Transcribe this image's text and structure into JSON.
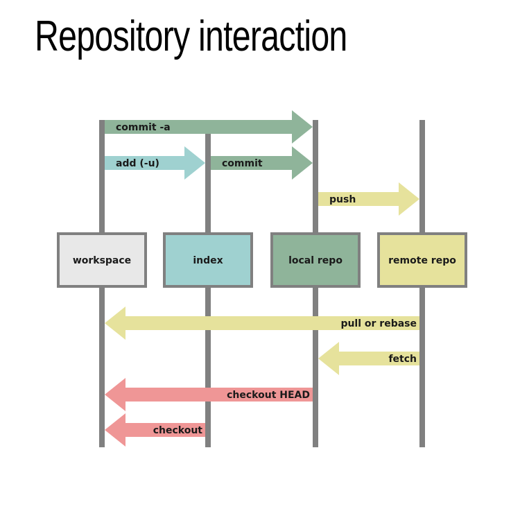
{
  "title": "Repository interaction",
  "colors": {
    "lane": "#808080",
    "box_border": "#808080",
    "workspace": "#e8e8e8",
    "index": "#9fd1d0",
    "local_repo": "#8fb49a",
    "remote_repo": "#e6e29c",
    "commit_arrow": "#8fb49a",
    "add_arrow": "#9fd1d0",
    "remote_arrow": "#e6e29c",
    "checkout_arrow": "#ef9696"
  },
  "lanes": [
    {
      "id": "workspace",
      "label": "workspace"
    },
    {
      "id": "index",
      "label": "index"
    },
    {
      "id": "local_repo",
      "label": "local repo"
    },
    {
      "id": "remote_repo",
      "label": "remote repo"
    }
  ],
  "arrows": [
    {
      "label": "commit -a",
      "from": 0,
      "to": 2,
      "color": "commit_arrow"
    },
    {
      "label": "add (-u)",
      "from": 0,
      "to": 1,
      "color": "add_arrow"
    },
    {
      "label": "commit",
      "from": 1,
      "to": 2,
      "color": "commit_arrow"
    },
    {
      "label": "push",
      "from": 2,
      "to": 3,
      "color": "remote_arrow"
    },
    {
      "label": "pull or rebase",
      "from": 3,
      "to": 0,
      "color": "remote_arrow"
    },
    {
      "label": "fetch",
      "from": 3,
      "to": 2,
      "color": "remote_arrow"
    },
    {
      "label": "checkout HEAD",
      "from": 2,
      "to": 0,
      "color": "checkout_arrow"
    },
    {
      "label": "checkout",
      "from": 1,
      "to": 0,
      "color": "checkout_arrow"
    }
  ]
}
